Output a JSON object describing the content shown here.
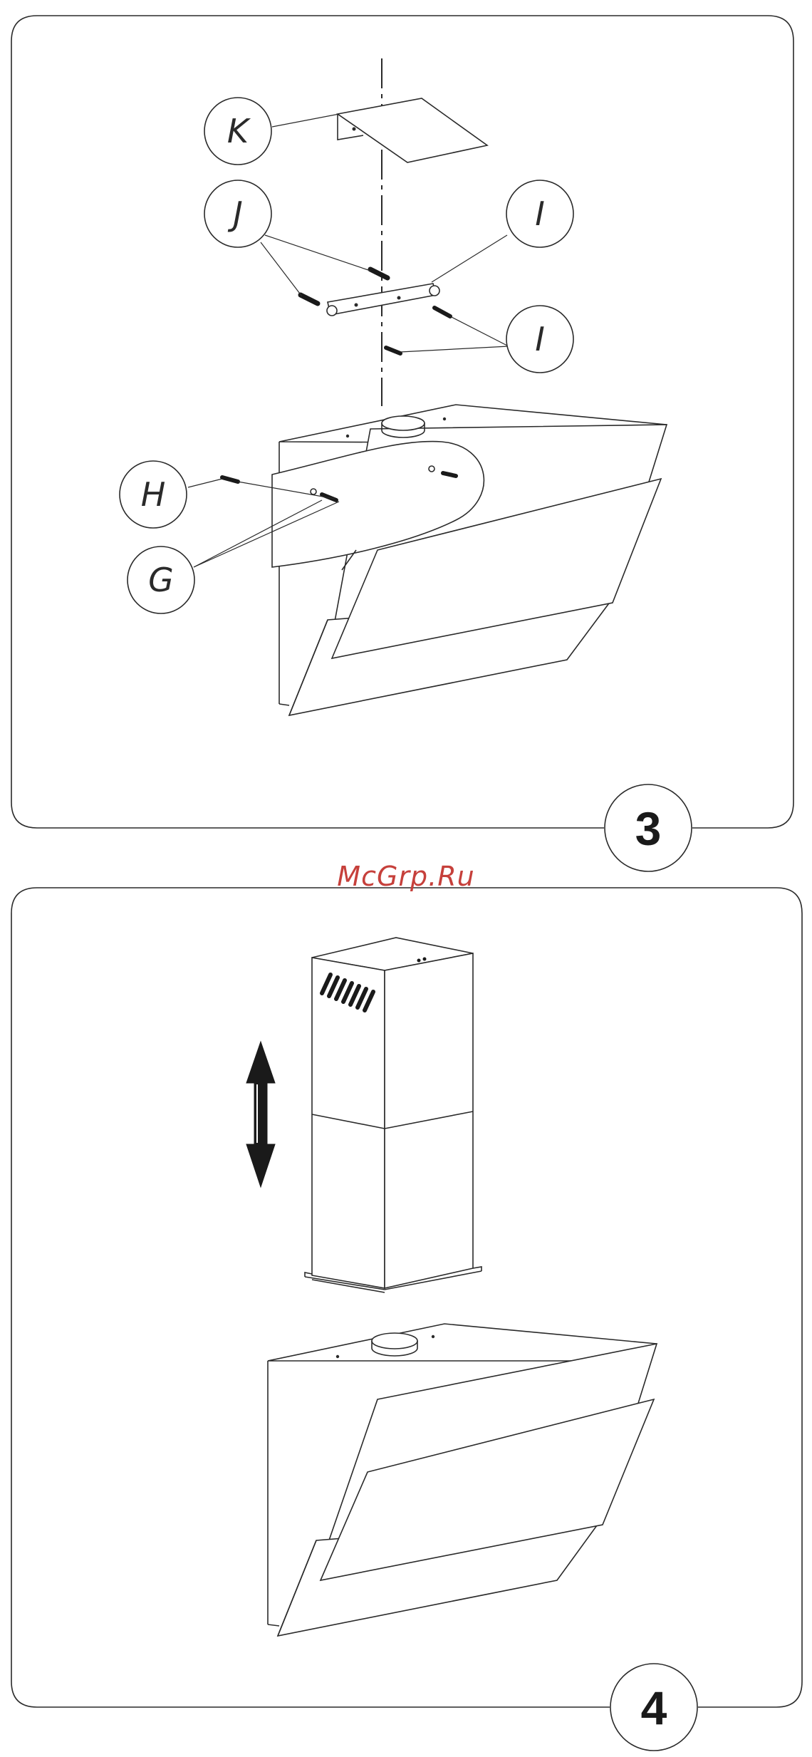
{
  "panel_3": {
    "step_number": "3",
    "callouts": {
      "k": "K",
      "j": "J",
      "i_upper": "I",
      "i_lower": "I",
      "h": "H",
      "g": "G"
    }
  },
  "watermark": "McGrp.Ru",
  "panel_4": {
    "step_number": "4"
  }
}
